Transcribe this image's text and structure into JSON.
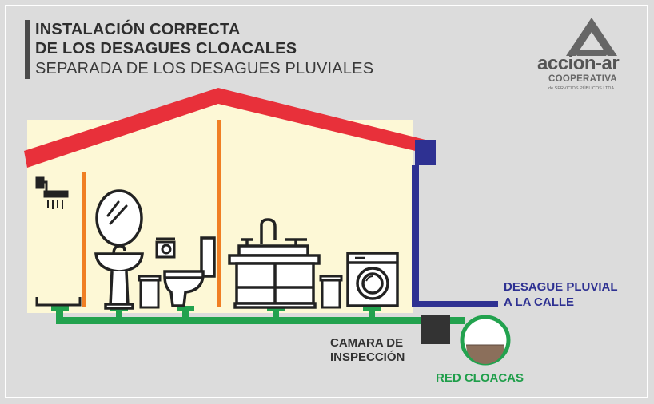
{
  "title": {
    "line1": "INSTALACIÓN CORRECTA",
    "line2": "DE LOS DESAGUES CLOACALES",
    "line3": "SEPARADA DE LOS DESAGUES PLUVIALES"
  },
  "logo": {
    "name": "accion-ar",
    "cooperative": "COOPERATIVA",
    "subtitle": "de SERVICIOS PÚBLICOS LTDA."
  },
  "labels": {
    "pluvial_line1": "DESAGUE PLUVIAL",
    "pluvial_line2": "A LA CALLE",
    "camara_line1": "CAMARA DE",
    "camara_line2": "INSPECCIÓN",
    "red_cloacas": "RED CLOACAS"
  },
  "colors": {
    "roof": "#e8303a",
    "wall": "#fdf8d6",
    "partition": "#f07f24",
    "sewer_pipe": "#22a24e",
    "rain_pipe": "#2e3192",
    "background": "#dcdcdc",
    "fixture_outline": "#222222"
  },
  "icons": [
    "shower-icon",
    "mirror-icon",
    "washbasin-icon",
    "bin-icon",
    "toilet-paper-icon",
    "toilet-icon",
    "kitchen-sink-icon",
    "washing-machine-icon"
  ]
}
